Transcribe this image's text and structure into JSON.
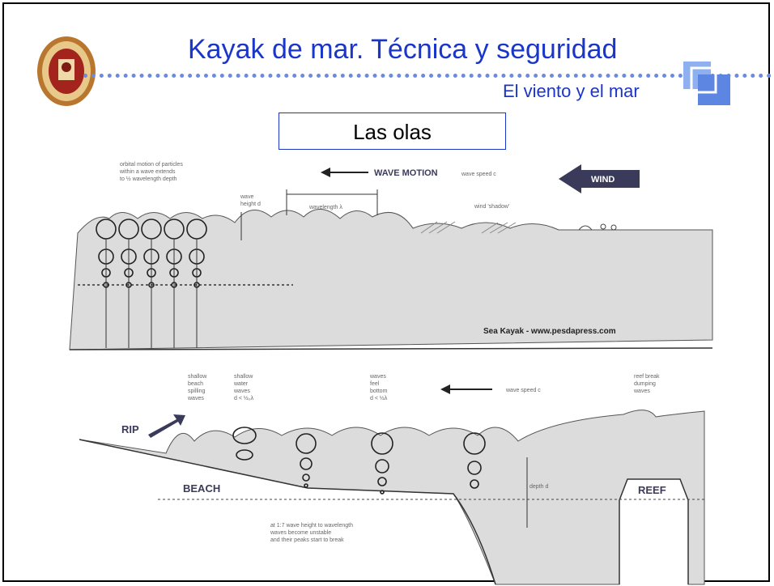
{
  "header": {
    "title": "Kayak de mar. Técnica y seguridad",
    "subtitle": "El viento y el mar"
  },
  "section_box": {
    "label": "Las olas"
  },
  "top_diagram": {
    "orbital_note": [
      "orbital motion of particles",
      "within a wave extends",
      "to ½ wavelength depth"
    ],
    "wave_motion": "WAVE MOTION",
    "wave_speed": "wave speed c",
    "wind": "WIND",
    "wave_height": [
      "wave",
      "height d"
    ],
    "wavelength": "wavelength λ",
    "wind_shadow": "wind 'shadow'",
    "credit": "Sea Kayak - www.pesdapress.com"
  },
  "bottom_diagram": {
    "shallow_beach": [
      "shallow",
      "beach",
      "spilling",
      "waves"
    ],
    "shallow_water": [
      "shallow",
      "water",
      "waves",
      "d < ½₀λ"
    ],
    "waves_feel_bottom": [
      "waves",
      "feel",
      "bottom",
      "d < ½λ"
    ],
    "wave_speed": "wave speed c",
    "reef_break": [
      "reef break",
      "dumping",
      "waves"
    ],
    "rip": "RIP",
    "beach": "BEACH",
    "reef": "REEF",
    "depth": "depth d",
    "break_note": [
      "at 1:7 wave height to wavelength",
      "waves become unstable",
      "and their peaks start to break"
    ]
  },
  "colors": {
    "title": "#1a35c9",
    "water": "#dcdcdc",
    "dots": "#6b8be0"
  }
}
